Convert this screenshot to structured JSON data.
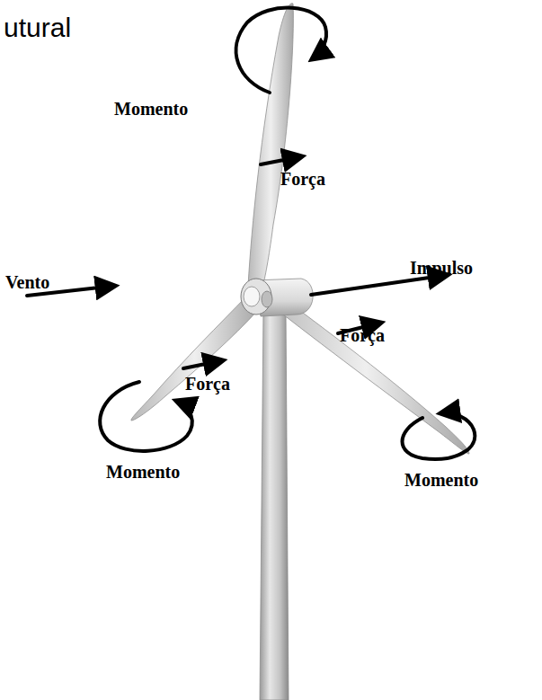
{
  "diagram": {
    "labels": [
      "utural",
      "Momento",
      "Força",
      "Vento",
      "Impulso",
      "Força",
      "Força",
      "Momento",
      "Momento"
    ]
  }
}
